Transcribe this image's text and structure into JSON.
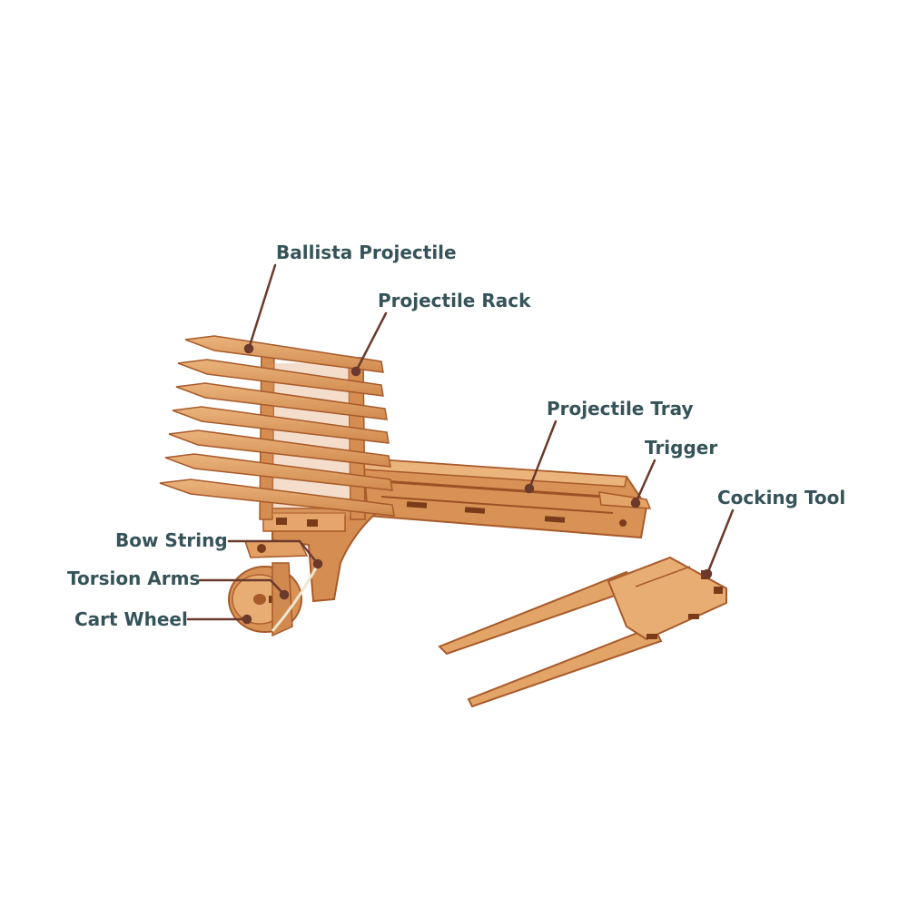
{
  "colors": {
    "label_text": "#355359",
    "leader_line": "#6b3a2c",
    "wood_light": "#e6a66b",
    "wood_mid": "#d58d52",
    "wood_edge": "#b0612f",
    "wood_dark": "#8a4520",
    "background": "#ffffff"
  },
  "labels": {
    "ballista_projectile": "Ballista Projectile",
    "projectile_rack": "Projectile Rack",
    "projectile_tray": "Projectile Tray",
    "trigger": "Trigger",
    "cocking_tool": "Cocking Tool",
    "bow_string": "Bow String",
    "torsion_arms": "Torsion Arms",
    "cart_wheel": "Cart Wheel"
  }
}
